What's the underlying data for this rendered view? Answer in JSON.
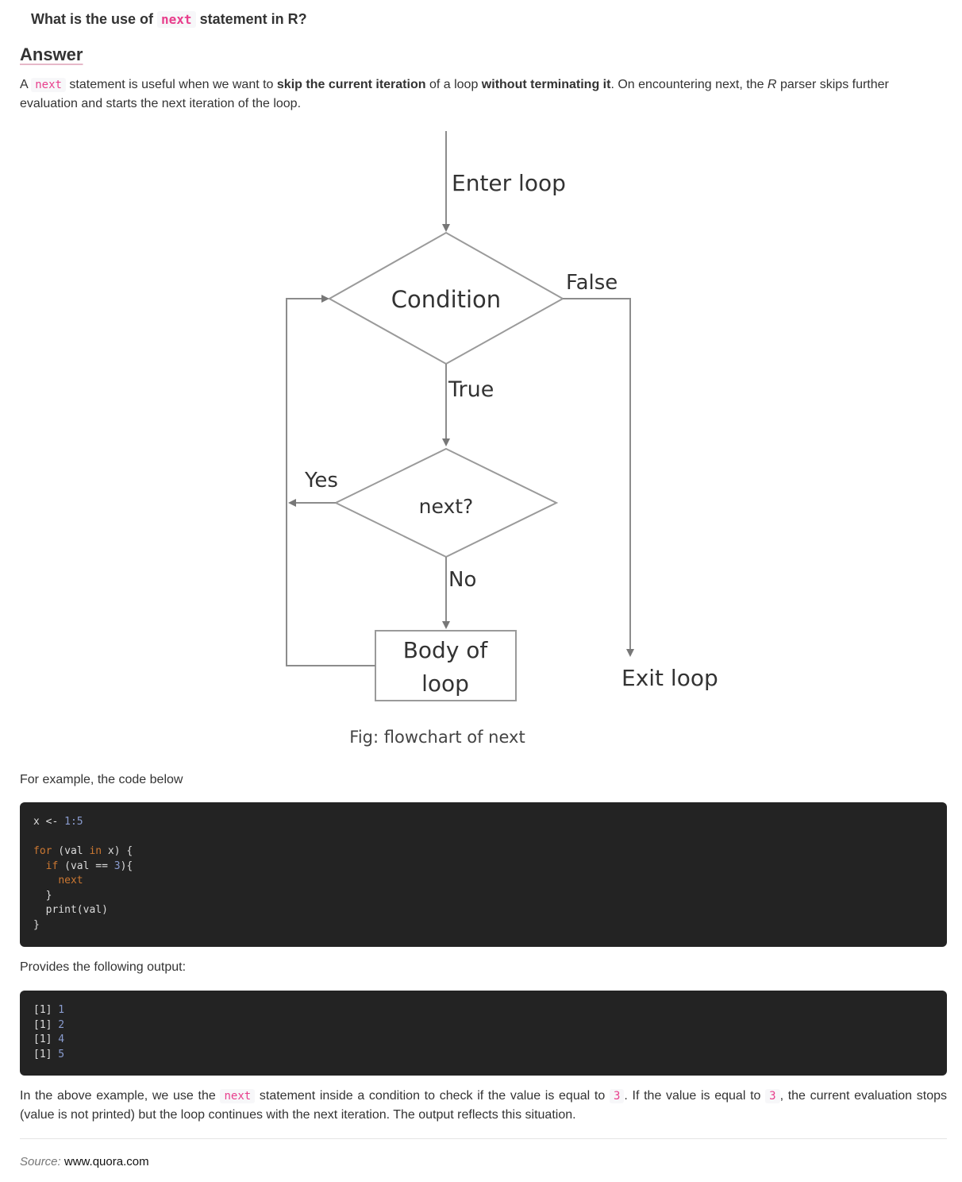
{
  "question": {
    "prefix": "What is the use of",
    "code": "next",
    "suffix": "statement in R?"
  },
  "answer_heading": "Answer",
  "intro": {
    "a": "A",
    "code": "next",
    "t1": "statement is useful when we want to",
    "b1": "skip the current iteration",
    "t2": "of a loop",
    "b2": "without terminating it",
    "t3": ". On encountering next, the",
    "em": "R",
    "t4": "parser skips further evaluation and starts the next iteration of the loop."
  },
  "flowchart": {
    "enter": "Enter loop",
    "condition": "Condition",
    "false": "False",
    "true": "True",
    "yes": "Yes",
    "next_q": "next?",
    "no": "No",
    "body_line1": "Body of",
    "body_line2": "loop",
    "exit": "Exit loop",
    "caption": "Fig: flowchart of next"
  },
  "example_intro": "For example, the code below",
  "code_lines": [
    "x <- 1:5",
    "",
    "for (val in x) {",
    "  if (val == 3){",
    "    next",
    "  }",
    "  print(val)",
    "}"
  ],
  "output_intro": "Provides the following output:",
  "output_lines": [
    {
      "idx": "[1]",
      "val": "1"
    },
    {
      "idx": "[1]",
      "val": "2"
    },
    {
      "idx": "[1]",
      "val": "4"
    },
    {
      "idx": "[1]",
      "val": "5"
    }
  ],
  "explanation": {
    "t1": "In the above example, we use the",
    "code1": "next",
    "t2": "statement inside a condition to check if the value is equal to",
    "code2": "3",
    "t3": ". If the value is equal to",
    "code3": "3",
    "t4": ", the current evaluation stops (value is not printed) but the loop continues with the next iteration. The output reflects this situation."
  },
  "source": {
    "label": "Source:",
    "link": "www.quora.com"
  },
  "colors": {
    "inline_code": "#e83e8c",
    "code_bg": "#232323",
    "keyword": "#cc7832",
    "number": "#8a9ccf"
  }
}
